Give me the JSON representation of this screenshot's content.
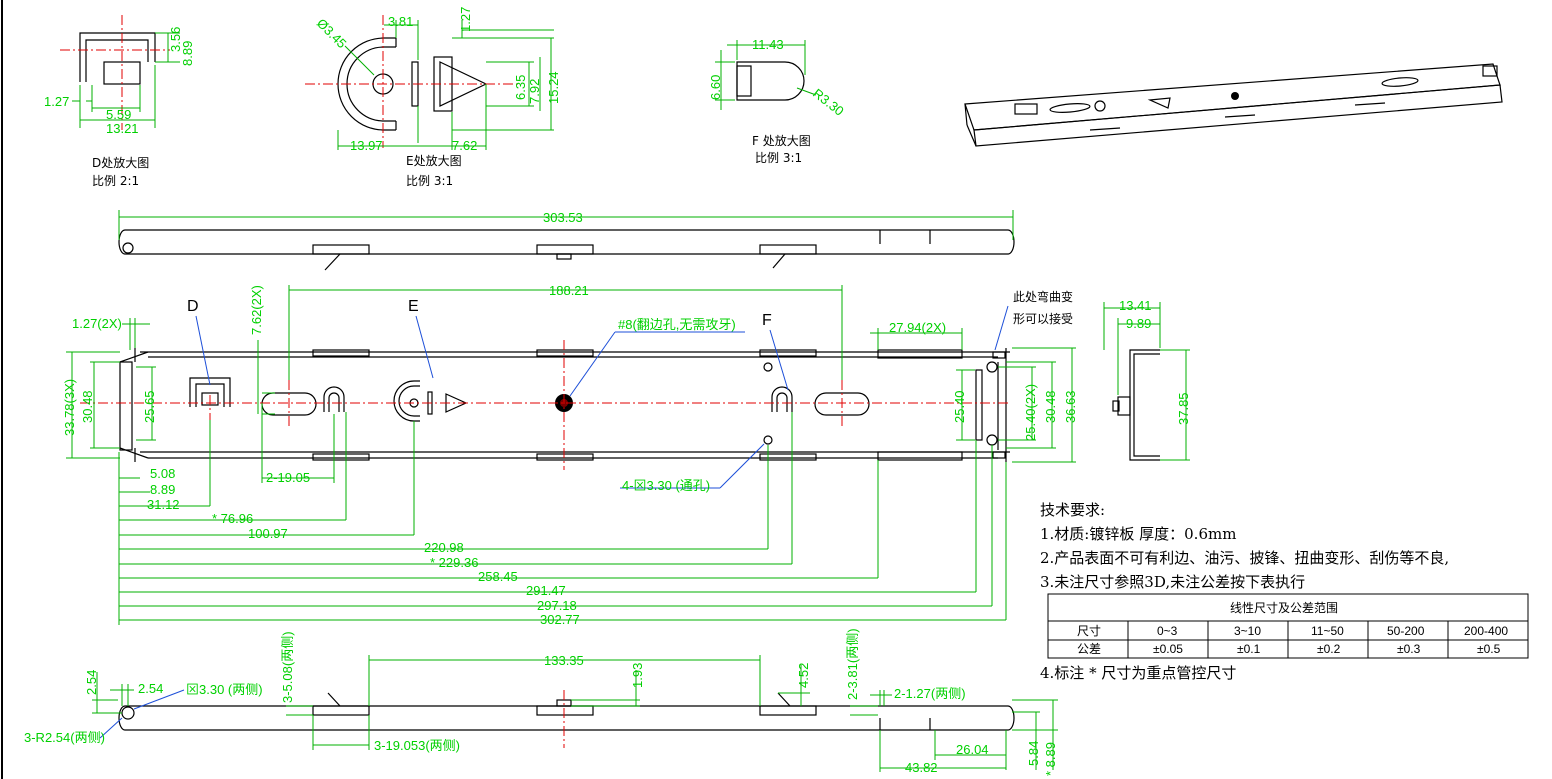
{
  "detail_D": {
    "label": "D处放大图",
    "scale": "比例  2:1",
    "dims": [
      "3.56",
      "8.89",
      "1.27",
      "5.59",
      "13.21"
    ]
  },
  "detail_E": {
    "label": "E处放大图",
    "scale": "比例 3:1",
    "dims": [
      "Ø3.45",
      "3.81",
      "1.27",
      "6.35",
      "7.92",
      "15.24",
      "13.97",
      "7.62"
    ]
  },
  "detail_F": {
    "label": "F 处放大图",
    "scale": "比例 3:1",
    "dims": [
      "11.43",
      "6.60",
      "R3.30"
    ]
  },
  "top_view": {
    "dims": [
      "303.53"
    ]
  },
  "main_view": {
    "markers": [
      "D",
      "E",
      "F"
    ],
    "dims": [
      "188.21",
      "1.27(2X)",
      "7.62(2X)",
      "27.94(2X)",
      "33.78(3X)",
      "30.48",
      "25.65",
      "25.40",
      "25.40(2X)",
      "30.48",
      "36.63",
      "2-19.05",
      "5.08",
      "8.89",
      "31.12",
      "* 76.96",
      "100.97",
      "220.98",
      "* 229.36",
      "258.45",
      "291.47",
      "297.18",
      "302.77"
    ],
    "callout_hole": "#8(翻边孔,无需攻牙)",
    "callout_through": "4-⊠3.30 (通孔)",
    "bend_note_1": "此处弯曲变",
    "bend_note_2": "形可以接受"
  },
  "side_view": {
    "dims": [
      "13.41",
      "9.89",
      "37.85"
    ]
  },
  "bottom_view": {
    "dims": [
      "133.35",
      "2.54",
      "2.54",
      "⊠3.30 (两侧)",
      "3-5.08(两侧)",
      "1.93",
      "4.52",
      "2-3.81(两侧)",
      "2-1.27(两侧)",
      "3-R2.54(两侧)",
      "3-19.053(两侧)",
      "26.04",
      "43.82",
      "5.84",
      "* 8.89"
    ]
  },
  "requirements": {
    "title": "技术要求:",
    "items": [
      "1.材质:镀锌板 厚度：0.6mm",
      "2.产品表面不可有利边、油污、披锋、扭曲变形、刮伤等不良,",
      "3.未注尺寸参照3D,未注公差按下表执行",
      "4.标注  *  尺寸为重点管控尺寸"
    ]
  },
  "tolerance_table": {
    "title": "线性尺寸及公差范围",
    "row_header_1": "尺寸",
    "row_header_2": "公差",
    "ranges": [
      "0~3",
      "3~10",
      "11~50",
      "50-200",
      "200-400"
    ],
    "tolerances": [
      "±0.05",
      "±0.1",
      "±0.2",
      "±0.3",
      "±0.5"
    ]
  },
  "colors": {
    "dimension": "#00d000",
    "centerline": "#e00000",
    "outline": "#000000",
    "leader": "#1d4fd8"
  }
}
